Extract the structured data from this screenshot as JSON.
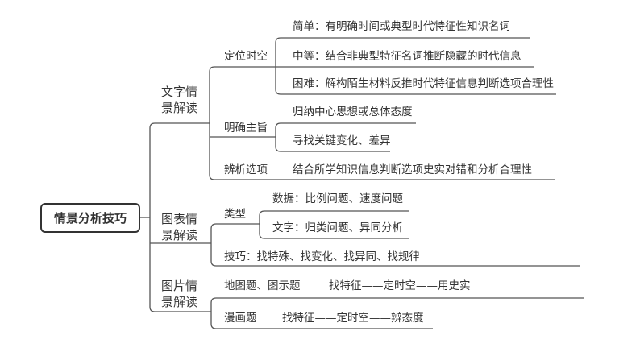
{
  "root": "情景分析技巧",
  "branches": [
    {
      "label": "文字情景解读",
      "children": [
        {
          "label": "定位时空",
          "leaves": [
            "简单：有明确时间或典型时代特征性知识名词",
            "中等：结合非典型特征名词推断隐藏的时代信息",
            "困难：解构陌生材料反推时代特征信息判断选项合理性"
          ]
        },
        {
          "label": "明确主旨",
          "leaves": [
            "归纳中心思想或总体态度",
            "寻找关键变化、差异"
          ]
        },
        {
          "label": "辨析选项",
          "leaves": [
            "结合所学知识信息判断选项史实对错和分析合理性"
          ]
        }
      ]
    },
    {
      "label": "图表情景解读",
      "children": [
        {
          "label": "类型",
          "leaves": [
            "数据：比例问题、速度问题",
            "文字：归类问题、异同分析"
          ]
        },
        {
          "label": "技巧：找特殊、找变化、找异同、找规律"
        }
      ]
    },
    {
      "label": "图片情景解读",
      "children": [
        {
          "label": "地图题、图示题",
          "leaves": [
            "找特征——定时空——用史实"
          ]
        },
        {
          "label": "漫画题",
          "leaves": [
            "找特征——定时空——辨态度"
          ]
        }
      ]
    }
  ]
}
